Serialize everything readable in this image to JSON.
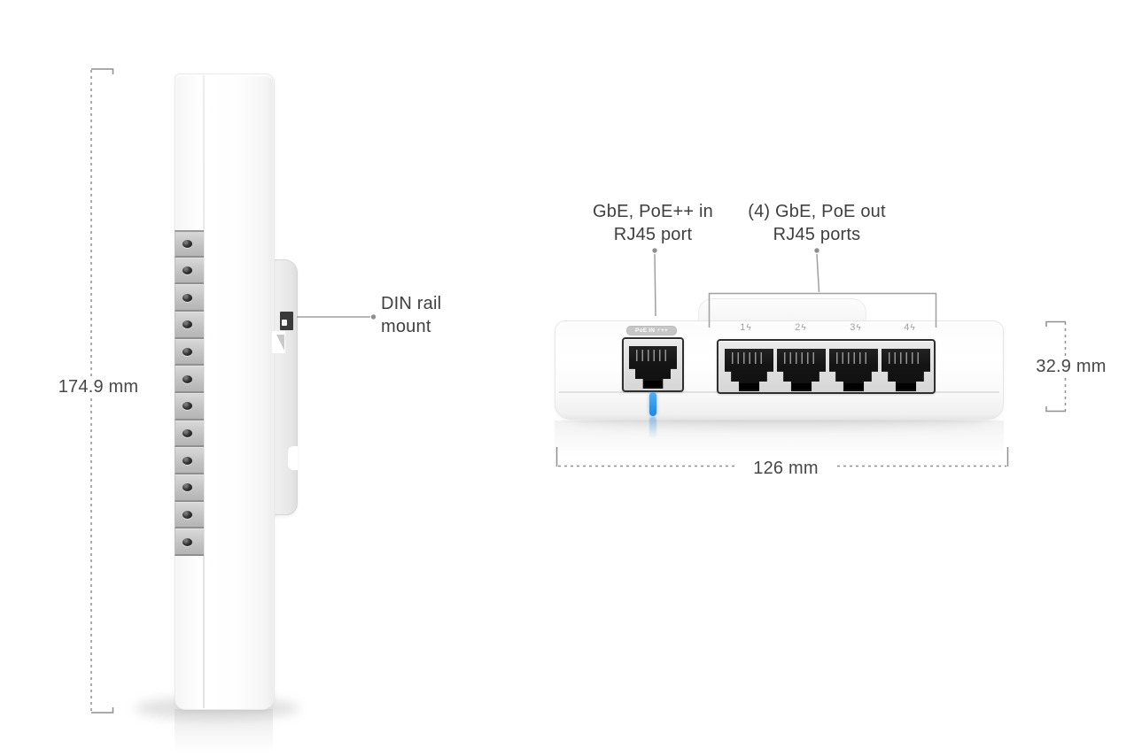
{
  "diagram": {
    "type": "hardware-dimension-diagram",
    "views": [
      "side-view",
      "front-port-view"
    ]
  },
  "left_view": {
    "height_dim": "174.9 mm",
    "din_label_line1": "DIN rail",
    "din_label_line2": "mount"
  },
  "right_view": {
    "poe_in_label_line1": "GbE, PoE++ in",
    "poe_in_label_line2": "RJ45 port",
    "poe_out_label_line1": "(4) GbE, PoE out",
    "poe_out_label_line2": "RJ45 ports",
    "poe_in_badge": "PoE IN ⚡++",
    "port_labels": [
      {
        "number": "1",
        "bolt": "ϟ"
      },
      {
        "number": "2",
        "bolt": "ϟ"
      },
      {
        "number": "3",
        "bolt": "ϟ"
      },
      {
        "number": "4",
        "bolt": "ϟ"
      }
    ],
    "width_dim": "126 mm",
    "height_dim": "32.9 mm"
  },
  "colors": {
    "led_blue": "#2f97ea",
    "badge_gray": "#c6c6c6",
    "bezel_border": "#2f2f2f",
    "annotation_line": "#9a9a9a",
    "dimension_line": "#8f8f8f",
    "text": "#3f3f3f",
    "block_gray": "#c4c4c4",
    "background": "#ffffff"
  }
}
